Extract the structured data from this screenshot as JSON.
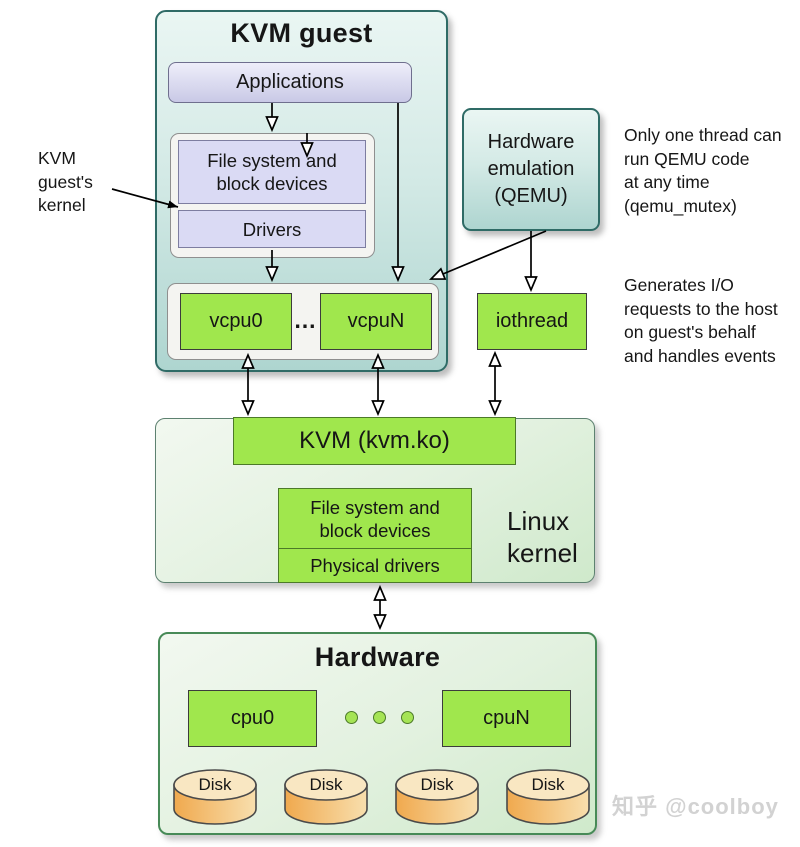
{
  "guest": {
    "title": "KVM guest",
    "applications": "Applications",
    "fs_block": "File system and\nblock devices",
    "drivers": "Drivers",
    "vcpu0": "vcpu0",
    "vcpu_dots": "…",
    "vcpuN": "vcpuN"
  },
  "qemu": {
    "label": "Hardware\nemulation\n(QEMU)"
  },
  "iothread": {
    "label": "iothread"
  },
  "annotations": {
    "guest_kernel": "KVM\nguest's\nkernel",
    "qemu_mutex": "Only one thread can\nrun QEMU code\nat any time\n(qemu_mutex)",
    "iothread_note": "Generates I/O\nrequests to the host\non guest's behalf\nand handles events"
  },
  "kernel": {
    "kvm_module": "KVM (kvm.ko)",
    "fs_block": "File system and\nblock devices",
    "physical_drivers": "Physical drivers",
    "label": "Linux\nkernel"
  },
  "hardware": {
    "title": "Hardware",
    "cpu0": "cpu0",
    "cpuN": "cpuN",
    "disks": [
      "Disk",
      "Disk",
      "Disk",
      "Disk"
    ]
  },
  "watermark": "知乎 @coolboy",
  "colors": {
    "box_green": "#a0e74d",
    "teal_border": "#2f6b66",
    "teal_fill_top": "#eaf6f3",
    "teal_fill_bottom": "#aed5d0",
    "lavender": "#dadaf4",
    "host_green_border": "#478a57",
    "disk_top": "#f9e7c2",
    "disk_body": "#f2ab52",
    "arrow": "#000000"
  }
}
